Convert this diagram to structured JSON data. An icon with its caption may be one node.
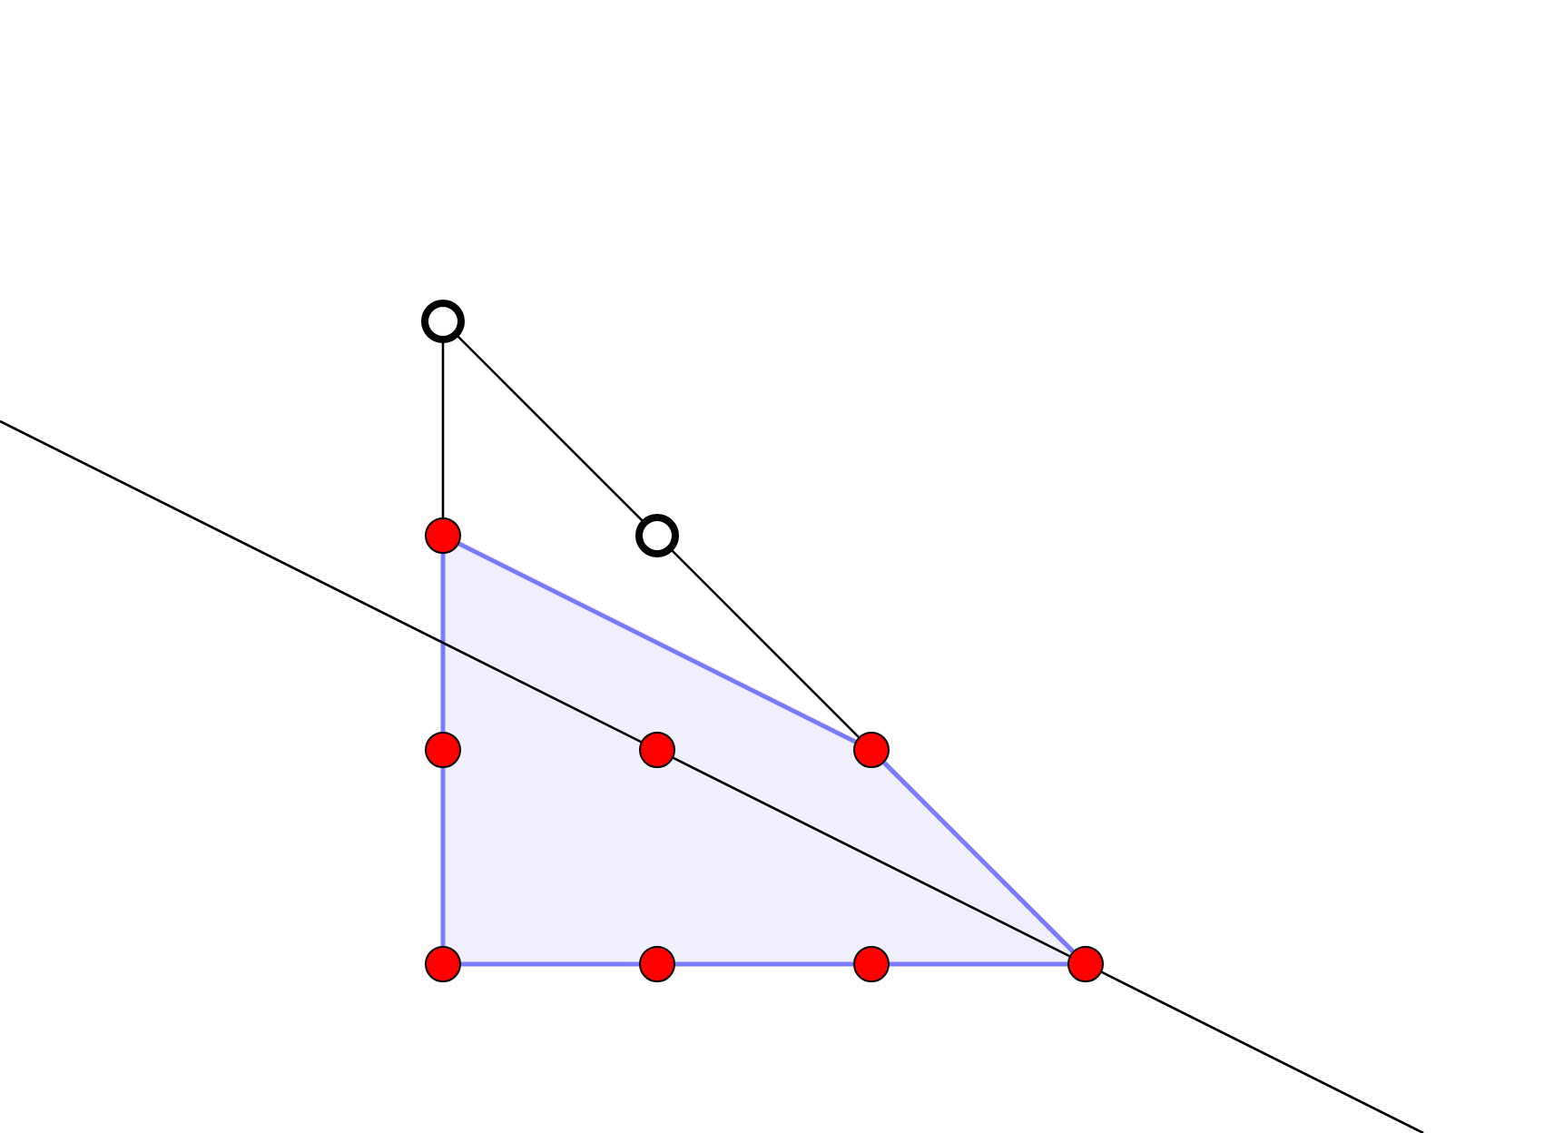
{
  "diagram": {
    "nodes": [
      {
        "text": [],
        "shape": "circle"
      },
      {
        "text": [],
        "shape": "circle"
      },
      {
        "text": [],
        "shape": "circle"
      },
      {
        "text": [],
        "shape": "circle"
      },
      {
        "text": [],
        "shape": "circle"
      },
      {
        "text": [],
        "shape": "circle"
      },
      {
        "text": [],
        "shape": "circle"
      },
      {
        "text": [],
        "shape": "circle"
      },
      {
        "text": [],
        "shape": "circle"
      },
      {
        "text": [],
        "shape": "circle"
      }
    ],
    "edges": [
      {
        "from": 6,
        "to": 7,
        "arrow": "none"
      },
      {
        "from": 7,
        "to": 8,
        "arrow": "none"
      },
      {
        "from": 8,
        "to": 9,
        "arrow": "none"
      },
      {
        "from": 9,
        "to": 5,
        "arrow": "none"
      },
      {
        "from": 5,
        "to": 1,
        "arrow": "none"
      },
      {
        "from": 1,
        "to": 3,
        "arrow": "none"
      },
      {
        "from": 3,
        "to": 6,
        "arrow": "none"
      },
      {
        "from": 1,
        "to": 0,
        "arrow": "none",
        "color": "#000000"
      },
      {
        "from": 0,
        "to": 2,
        "arrow": "none",
        "color": "#000000"
      },
      {
        "from": 2,
        "to": 5,
        "arrow": "none",
        "color": "#000000"
      },
      {
        "from": null,
        "to": 4,
        "arrow": "none",
        "color": "#000000"
      },
      {
        "from": 4,
        "to": 9,
        "arrow": "none",
        "color": "#000000"
      },
      {
        "from": 9,
        "to": null,
        "arrow": "none",
        "color": "#000000"
      }
    ]
  }
}
